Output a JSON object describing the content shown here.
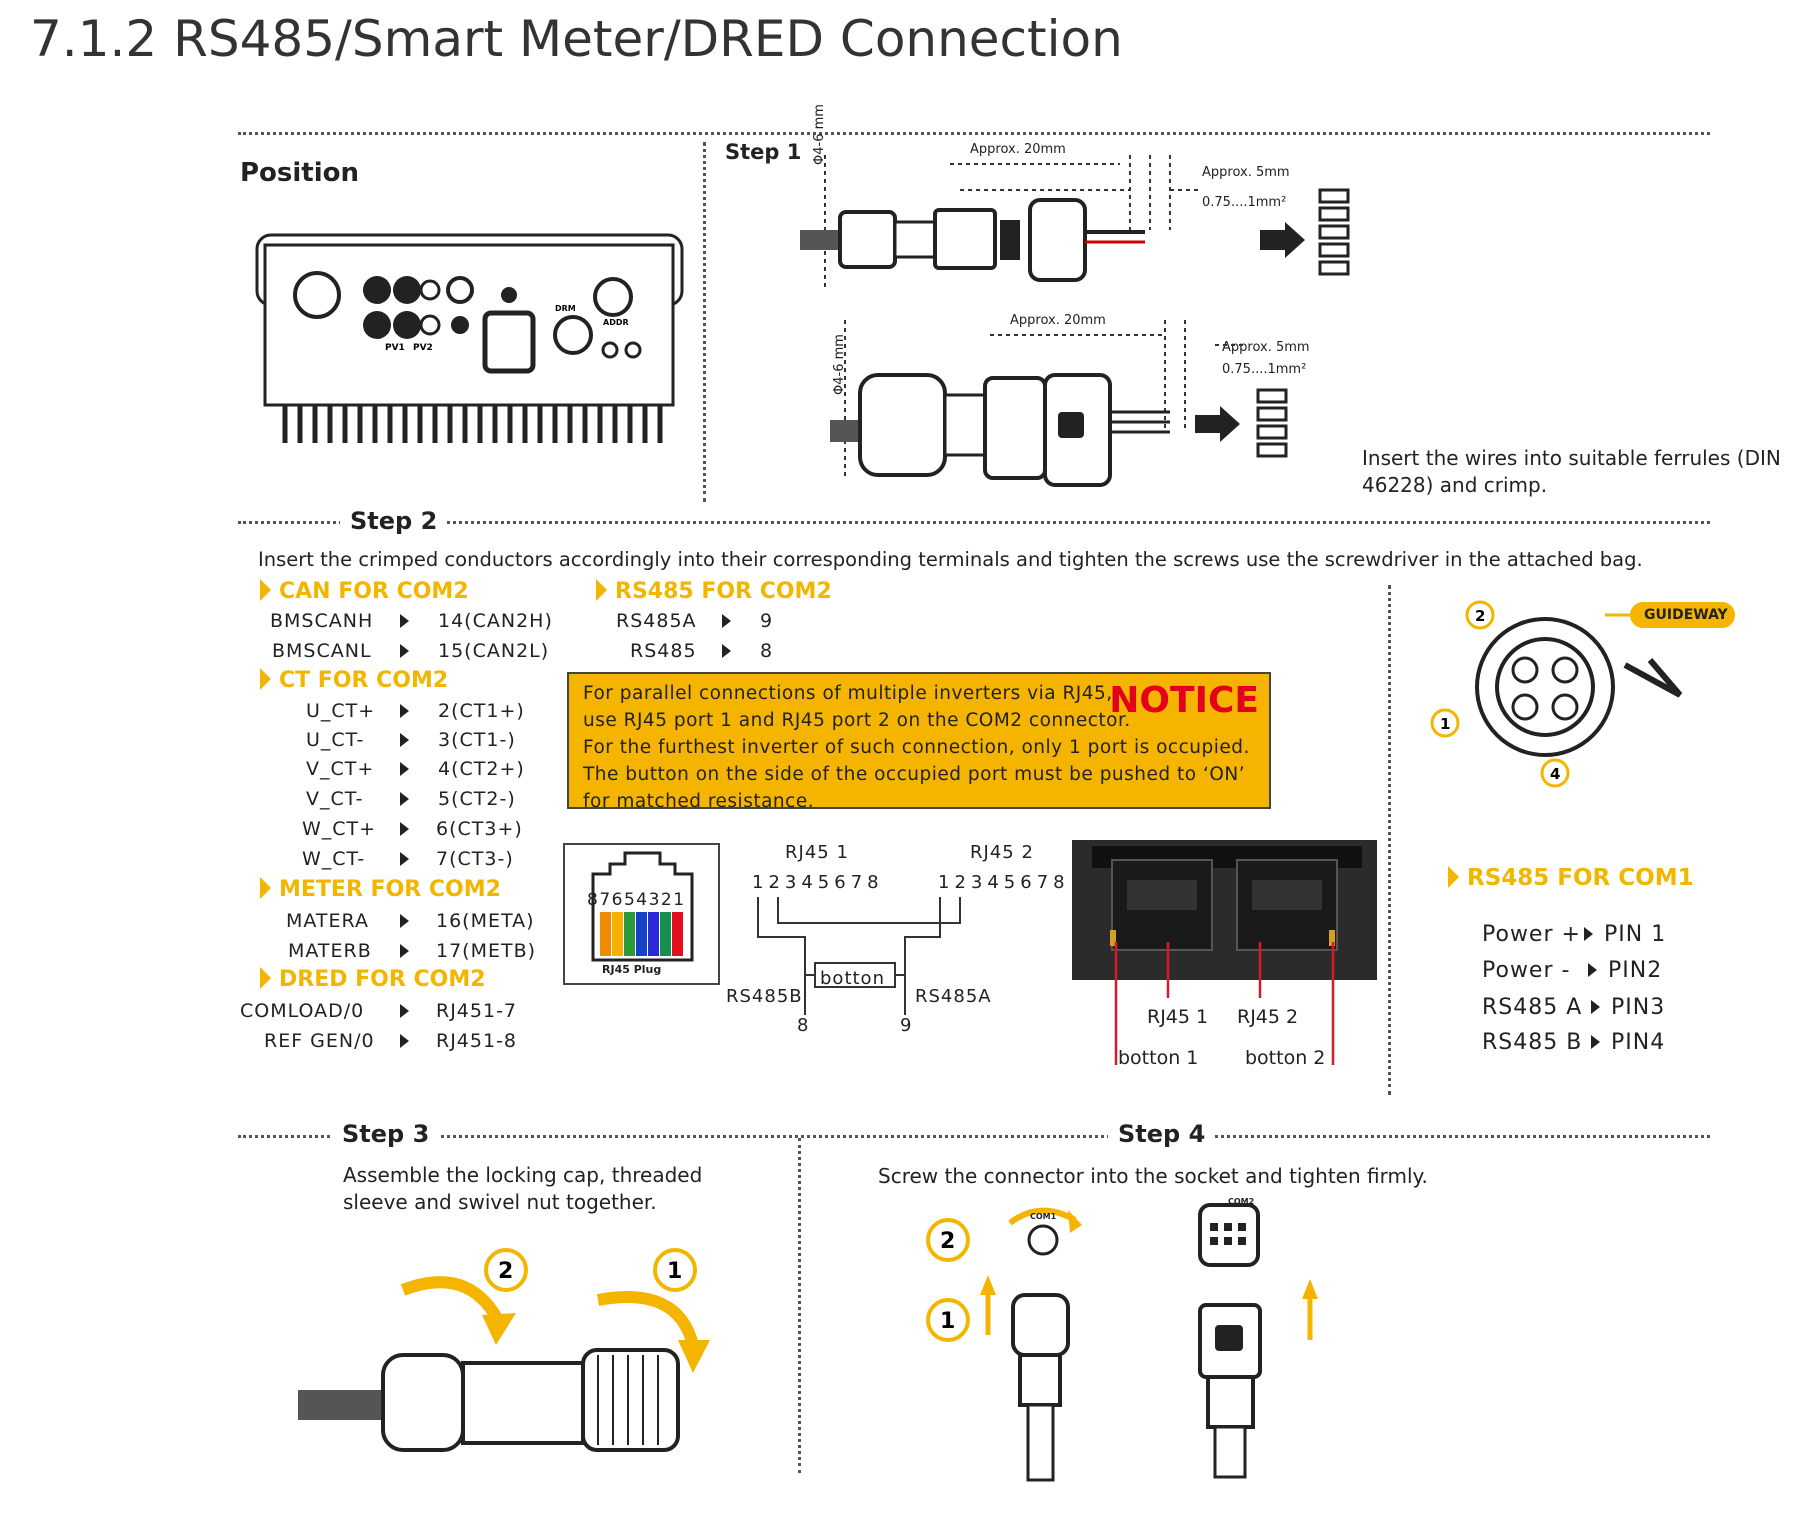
{
  "page_title": "7.1.2 RS485/Smart Meter/DRED Connection",
  "position": {
    "label": "Position",
    "panel_labels": [
      "PV1",
      "PV2",
      "DRM",
      "ADDR"
    ]
  },
  "step1": {
    "label": "Step 1",
    "diameter": "Φ4-6 mm",
    "strip_long": "Approx. 20mm",
    "strip_short": "Approx. 5mm",
    "wire_gauge": "0.75....1mm²",
    "instruction": [
      "Insert the wires into suitable ferrules (DIN",
      "46228) and crimp."
    ]
  },
  "step2": {
    "label": "Step 2",
    "instruction": "Insert the crimped conductors accordingly into their corresponding terminals and tighten the screws use the screwdriver in the attached bag.",
    "can": {
      "title": "CAN FOR COM2",
      "rows": [
        [
          "BMSCANH",
          "14(CAN2H)"
        ],
        [
          "BMSCANL",
          "15(CAN2L)"
        ]
      ]
    },
    "ct": {
      "title": "CT FOR COM2",
      "rows": [
        [
          "U_CT+",
          "2(CT1+)"
        ],
        [
          "U_CT-",
          "3(CT1-)"
        ],
        [
          "V_CT+",
          "4(CT2+)"
        ],
        [
          "V_CT-",
          "5(CT2-)"
        ],
        [
          "W_CT+",
          "6(CT3+)"
        ],
        [
          "W_CT-",
          "7(CT3-)"
        ]
      ]
    },
    "meter": {
      "title": "METER FOR COM2",
      "rows": [
        [
          "MATERA",
          "16(META)"
        ],
        [
          "MATERB",
          "17(METB)"
        ]
      ]
    },
    "dred": {
      "title": "DRED FOR COM2",
      "rows": [
        [
          "COMLOAD/0",
          "RJ451-7"
        ],
        [
          "REF GEN/0",
          "RJ451-8"
        ]
      ]
    },
    "rs485": {
      "title": "RS485 FOR COM2",
      "rows": [
        [
          "RS485A",
          "9"
        ],
        [
          "RS485",
          "8"
        ]
      ]
    },
    "notice": {
      "title": "NOTICE",
      "lines": [
        "For parallel connections of multiple inverters via RJ45,",
        "use RJ45 port 1 and RJ45 port 2 on the COM2 connector.",
        "For the furthest inverter of such connection, only 1 port is occupied.",
        "The button on the side of the occupied port must be pushed to ‘ON’",
        "for matched resistance."
      ]
    },
    "rj45_plug": {
      "pins": "87654321",
      "label": "RJ45 Plug"
    },
    "rj45_diagram": {
      "port1": "RJ45 1",
      "port2": "RJ45 2",
      "pins1": "12345678",
      "pins2": "12345678",
      "button": "botton",
      "left_label": "RS485B",
      "right_label": "RS485A",
      "left_pin": "8",
      "right_pin": "9"
    },
    "photo_labels": {
      "rj1": "RJ45 1",
      "rj2": "RJ45 2",
      "b1": "botton 1",
      "b2": "botton 2"
    },
    "guideway": "GUIDEWAY",
    "com1": {
      "title": "RS485 FOR COM1",
      "rows": [
        [
          "Power +",
          "PIN 1"
        ],
        [
          "Power -",
          "PIN2"
        ],
        [
          "RS485 A",
          "PIN3"
        ],
        [
          "RS485 B",
          "PIN4"
        ]
      ]
    }
  },
  "step3": {
    "label": "Step 3",
    "instruction": [
      "Assemble the locking cap, threaded",
      "sleeve and swivel nut together."
    ]
  },
  "step4": {
    "label": "Step 4",
    "instruction": "Screw the connector into the socket and tighten firmly.",
    "com1_label": "COM1",
    "com2_label": "COM2"
  },
  "colors": {
    "accent": "#f2b600",
    "notice_bg": "#f5b400",
    "notice_title": "#e3001b",
    "callout_line": "#d61a2a"
  }
}
